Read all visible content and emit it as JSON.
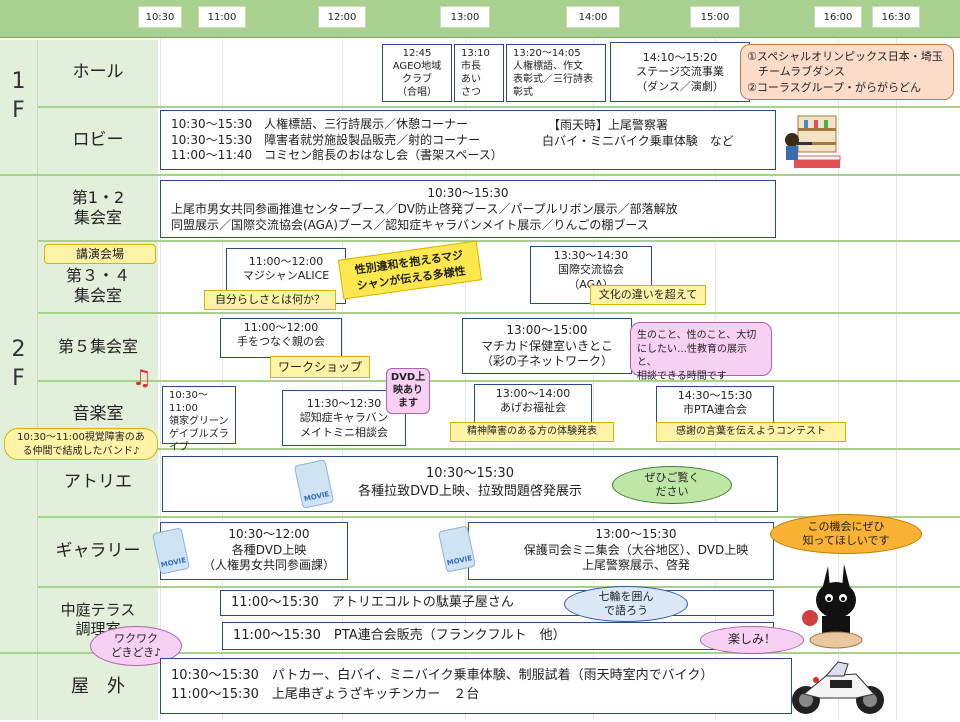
{
  "times": [
    "10:30",
    "11:00",
    "12:00",
    "13:00",
    "14:00",
    "15:00",
    "16:00",
    "16:30"
  ],
  "floors": {
    "f1": "1\nF",
    "f2": "2\nF"
  },
  "rooms": {
    "hall": "ホール",
    "lobby": "ロビー",
    "r12": "第1・2\n集会室",
    "r34": "第３・４\n集会室",
    "r5": "第５集会室",
    "music": "音楽室",
    "atelier": "アトリエ",
    "gallery": "ギャラリー",
    "terrace": "中庭テラス\n調理室",
    "outside": "屋　外"
  },
  "hall": {
    "e1": "12:45\nAGEO地域\nクラブ\n（合唱）",
    "e2": "13:10\n市長\nあい\nさつ",
    "e3": "13:20～14:05\n人権標語、作文\n表彰式／三行詩表\n彰式",
    "e4": "14:10～15:20\nステージ交流事業\n（ダンス／演劇）",
    "note": "①スペシャルオリンピックス日本・埼玉\n　チームラブダンス\n②コーラスグループ・がらがらどん"
  },
  "lobby": {
    "line1": "10:30～15:30　人権標語、三行詩展示／休憩コーナー",
    "line2": "10:30～15:30　障害者就労施設製品販売／射的コーナー",
    "line3": "11:00～11:40　コミセン館長のおはなし会（書架スペース）",
    "rain1": "【雨天時】上尾警察署",
    "rain2": "白バイ・ミニバイク乗車体験　など"
  },
  "r12": {
    "time": "10:30～15:30",
    "line1": "上尾市男女共同参画推進センターブース／DV防止啓発ブース／パープルリボン展示／部落解放",
    "line2": "同盟展示／国際交流協会(AGA)ブース／認知症キャラバンメイト展示／りんごの棚ブース"
  },
  "r34": {
    "label": "講演会場",
    "e1": "11:00～12:00\nマジシャンALICE",
    "e1note": "性別違和を抱えるマジ\nシャンが伝える多様性",
    "e1tag": "自分らしさとは何か？",
    "e2": "13:30～14:30\n国際交流協会\n（AGA）",
    "e2tag": "文化の違いを超えて"
  },
  "r5": {
    "e1": "11:00～12:00\n手をつなぐ親の会",
    "e1tag": "ワークショップ",
    "e2": "13:00～15:00\nマチカド保健室いきとこ\n（彩の子ネットワーク）",
    "e2note": "生のこと、性のこと、大切\nにしたい…性教育の展示と、\n相談できる時間です"
  },
  "music": {
    "e1": "10:30～11:00\n領家グリーン\nゲイブルズラ\nイブ",
    "e1note": "10:30～11:00視覚障害のあ\nる仲間で結成したバンド♪",
    "e2": "11:30～12:30\n認知症キャラバン\nメイトミニ相談会",
    "dvd": "DVD上\n映あり\nます",
    "e3": "13:00～14:00\nあげお福祉会",
    "e3tag": "精神障害のある方の体験発表",
    "e4": "14:30～15:30\n市PTA連合会",
    "e4tag": "感謝の言葉を伝えようコンテスト",
    "note_icon": "music-note-icon"
  },
  "atelier": {
    "time": "10:30～15:30",
    "text": "各種拉致DVD上映、拉致問題啓発展示",
    "bubble": "ぜひご覧く\nださい"
  },
  "gallery": {
    "e1": "10:30～12:00\n各種DVD上映\n（人権男女共同参画課）",
    "e2": "13:00～15:30\n保護司会ミニ集会（大谷地区）、DVD上映\n上尾警察展示、啓発",
    "bubble": "この機会にぜひ\n知ってほしいです"
  },
  "terrace": {
    "e1": "11:00～15:30　アトリエコルトの駄菓子屋さん",
    "e1bubble": "七輪を囲ん\nで語ろう",
    "e2": "11:00～15:30　PTA連合会販売（フランクフルト　他）",
    "e2bubble": "楽しみ！",
    "side": "ワクワク\nどきどき♪"
  },
  "outside": {
    "line1": "10:30～15:30　パトカー、白バイ、ミニバイク乗車体験、制服試着（雨天時室内でバイク）",
    "line2": "11:00～15:30　上尾串ぎょうざキッチンカー　２台"
  },
  "movie_label": "MOVIE"
}
